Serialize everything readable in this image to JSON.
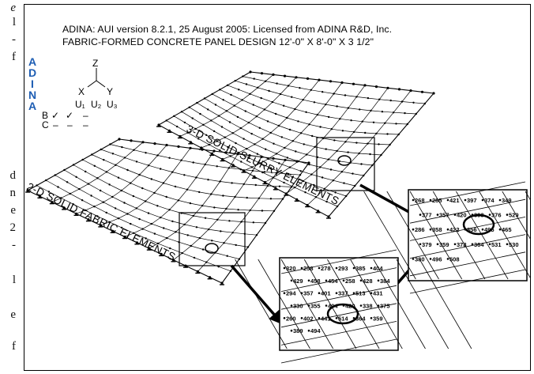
{
  "margin_text": [
    "e",
    "l",
    "-",
    "f",
    "d",
    "n",
    "e",
    "2",
    "-",
    "l",
    "e",
    "f"
  ],
  "header": {
    "line1": "ADINA:  AUI version 8.2.1, 25 August 2005: Licensed from ADINA R&D, Inc.",
    "line2": "FABRIC-FORMED CONCRETE PANEL DESIGN 12'-0\" X 8'-0\" X 3 1/2\""
  },
  "logo": {
    "letters": [
      "A",
      "D",
      "I",
      "N",
      "A"
    ],
    "color": "#1d5db3"
  },
  "triad": {
    "z": "Z",
    "x": "X",
    "y": "Y"
  },
  "bc_table": {
    "headers": [
      "U₁",
      "U₂",
      "U₃"
    ],
    "rows": [
      {
        "label": "B",
        "cells": [
          "✓",
          "✓",
          "–"
        ]
      },
      {
        "label": "C",
        "cells": [
          "–",
          "–",
          "–"
        ]
      }
    ]
  },
  "labels": {
    "slurry": "3-D SOLID SLURRY ELEMENTS",
    "fabric": "2-D SOLID FABRIC ELEMENTS"
  },
  "detail_right": {
    "labels": [
      "268",
      "285",
      "421",
      "397",
      "374",
      "349",
      "377",
      "357",
      "420",
      "393",
      "376",
      "529",
      "286",
      "358",
      "422",
      "356",
      "495",
      "465",
      "379",
      "359",
      "378",
      "364",
      "531",
      "530",
      "380",
      "496",
      "508"
    ]
  },
  "detail_left": {
    "labels": [
      "320",
      "258",
      "278",
      "293",
      "385",
      "404",
      "429",
      "458",
      "454",
      "258",
      "428",
      "384",
      "294",
      "357",
      "401",
      "337",
      "513",
      "431",
      "330",
      "355",
      "404",
      "420",
      "338",
      "375",
      "260",
      "402",
      "441",
      "514",
      "364",
      "359",
      "389",
      "494"
    ]
  },
  "colors": {
    "line": "#000000",
    "logo": "#1d5db3"
  }
}
